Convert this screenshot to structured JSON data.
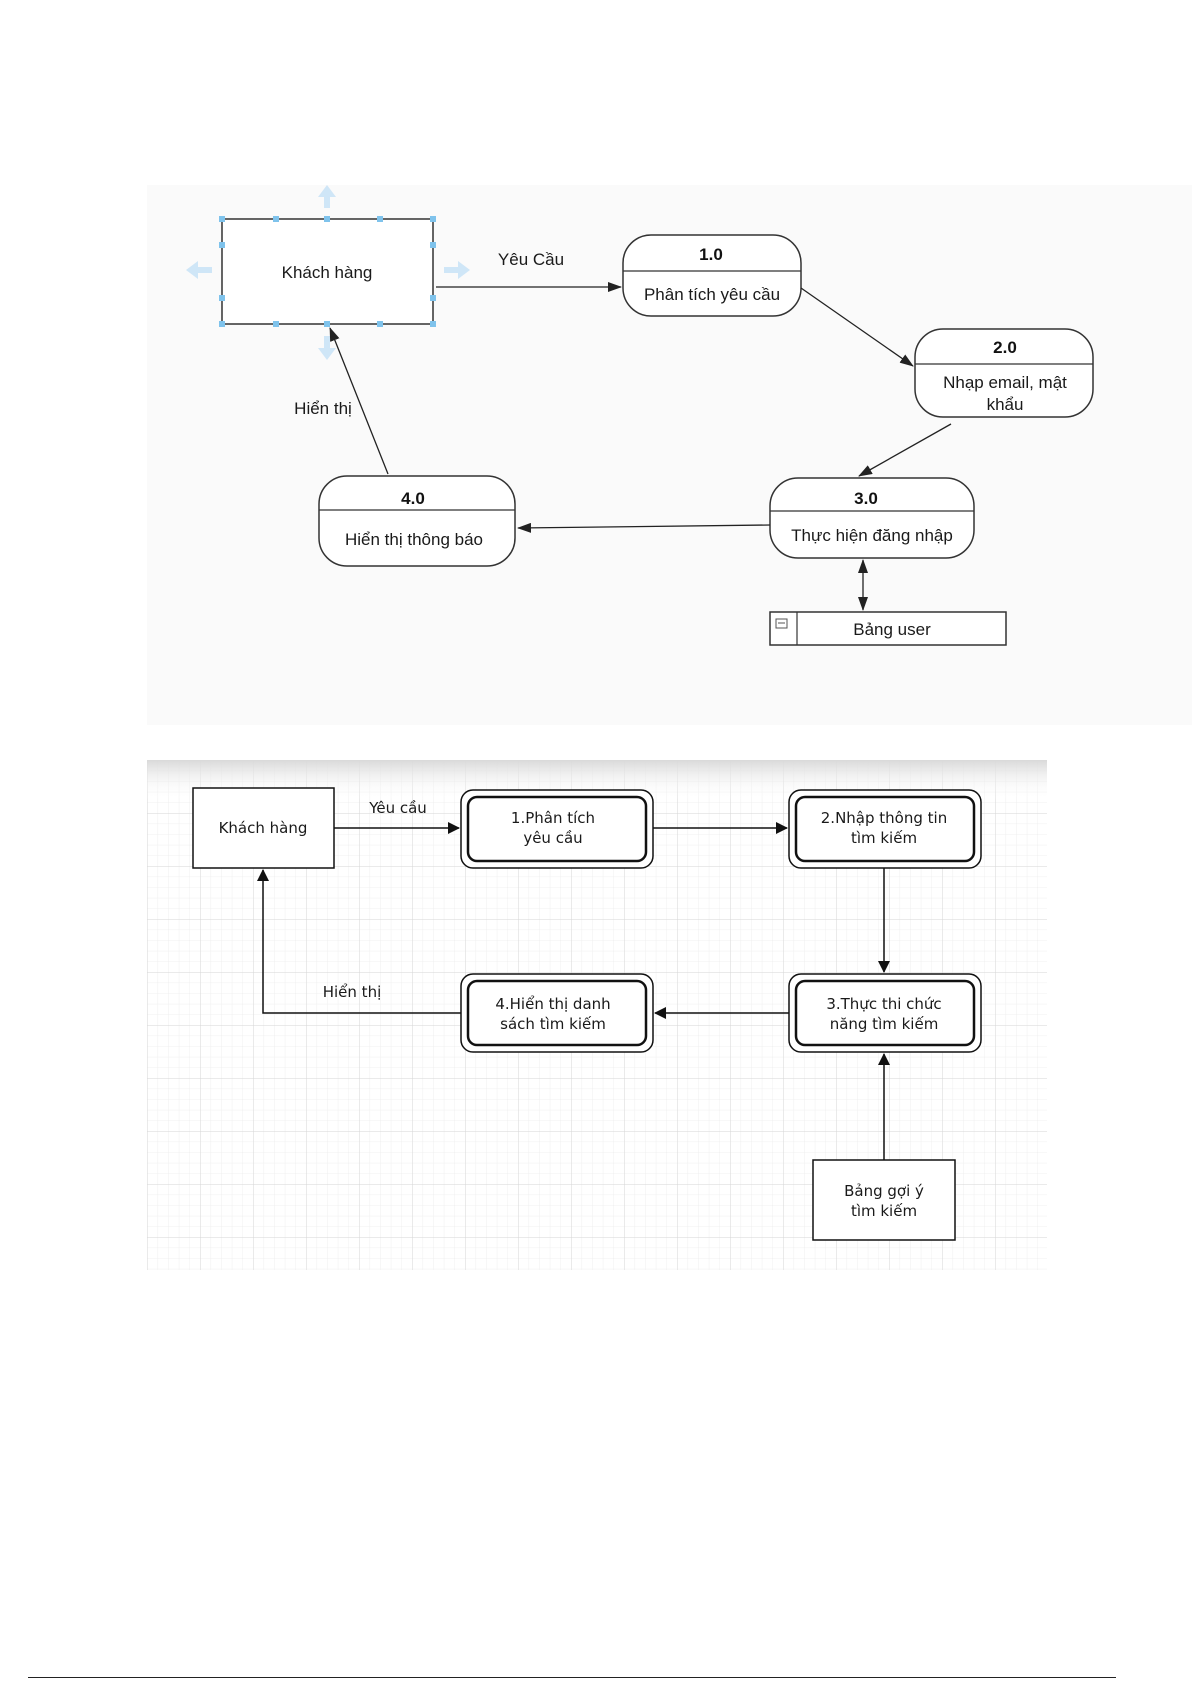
{
  "diagram1": {
    "entity": "Khách hàng",
    "request_label": "Yêu Cầu",
    "display_label": "Hiển thị",
    "processes": [
      {
        "number": "1.0",
        "name": "Phân tích yêu cầu"
      },
      {
        "number": "2.0",
        "name_line1": "Nhạp email, mật",
        "name_line2": "khẩu"
      },
      {
        "number": "3.0",
        "name": "Thực hiện đăng nhập"
      },
      {
        "number": "4.0",
        "name": "Hiển thị thông báo"
      }
    ],
    "datastore": "Bảng user"
  },
  "diagram2": {
    "entity": "Khách hàng",
    "request_label": "Yêu cầu",
    "display_label": "Hiển thị",
    "processes": [
      {
        "line1": "1.Phân tích",
        "line2": "yêu cầu"
      },
      {
        "line1": "2.Nhập thông tin",
        "line2": "tìm kiếm"
      },
      {
        "line1": "3.Thực thi chức",
        "line2": "năng tìm kiếm"
      },
      {
        "line1": "4.Hiển thị danh",
        "line2": "sách tìm kiếm"
      }
    ],
    "datastore_line1": "Bảng gợi ý",
    "datastore_line2": "tìm kiếm"
  }
}
